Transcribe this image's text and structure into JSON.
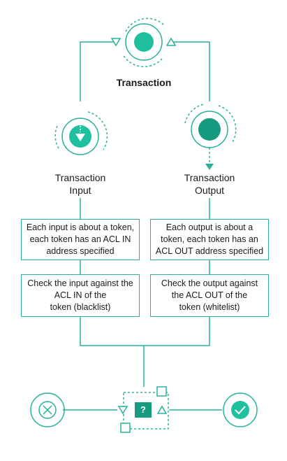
{
  "colors": {
    "accent": "#26b29a",
    "accent_fill": "#1fc0a0",
    "accent_dark": "#169a80",
    "text": "#1a1a1a"
  },
  "transaction": {
    "title": "Transaction"
  },
  "input": {
    "label_line1": "Transaction",
    "label_line2": "Input",
    "box1": [
      "Each input is about a token,",
      "each token has an ACL IN",
      "address specified"
    ],
    "box2": [
      "Check the input against the",
      "ACL IN of the",
      "token (blacklist)"
    ]
  },
  "output": {
    "label_line1": "Transaction",
    "label_line2": "Output",
    "box1": [
      "Each output is about a",
      "token, each token has an",
      "ACL OUT address specified"
    ],
    "box2": [
      "Check the output against",
      "the ACL OUT of the",
      "token (whitelist)"
    ]
  },
  "decision": {
    "question": "?",
    "reject_icon": "x-circle-icon",
    "accept_icon": "check-circle-icon"
  }
}
